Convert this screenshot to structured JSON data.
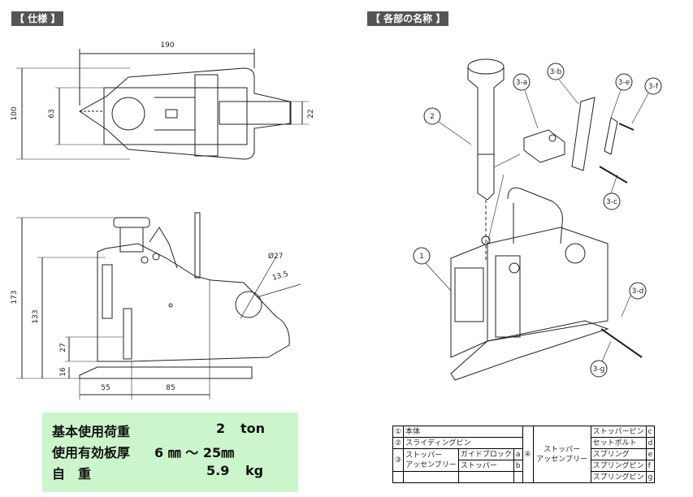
{
  "headers": {
    "left": "【 仕様 】",
    "right": "【 各部の名称 】"
  },
  "top_view": {
    "dims": {
      "width": "190",
      "height": "100",
      "inner": "63",
      "tail": "22"
    }
  },
  "side_view": {
    "dims": {
      "total_height": "173",
      "body_height": "133",
      "d27": "27",
      "d16": "16",
      "left_len": "55",
      "right_len": "85",
      "hole": "Ø27",
      "hole_depth": "13.5"
    }
  },
  "specs": [
    {
      "label": "基本使用荷重",
      "value": "2",
      "unit": "ton"
    },
    {
      "label": "使用有効板厚",
      "value": "6 ㎜  ～  25㎜",
      "unit": ""
    },
    {
      "label": "自　重",
      "value": "5.9",
      "unit": "kg"
    }
  ],
  "callouts": [
    "1",
    "2",
    "3-a",
    "3-b",
    "3-c",
    "3-d",
    "3-e",
    "3-f",
    "3-g"
  ],
  "parts_table": {
    "r1_num": "①",
    "r1_name": "本体",
    "r2_num": "②",
    "r2_name": "スライディングピン",
    "r3_num": "③",
    "r3_name": "ストッパー\nアッセンブリー",
    "r3_a": "ガイドブロック",
    "r3_a_code": "a",
    "r3_b": "ストッパー",
    "r3_b_code": "b",
    "r4_num": "④",
    "r4_name": "ストッパー\nアッセンブリー",
    "sub": [
      {
        "name": "ストッパーピン",
        "code": "c"
      },
      {
        "name": "セットボルト",
        "code": "d"
      },
      {
        "name": "スプリング",
        "code": "e"
      },
      {
        "name": "スプリングピン",
        "code": "f"
      },
      {
        "name": "スプリングピン",
        "code": "g"
      }
    ]
  }
}
